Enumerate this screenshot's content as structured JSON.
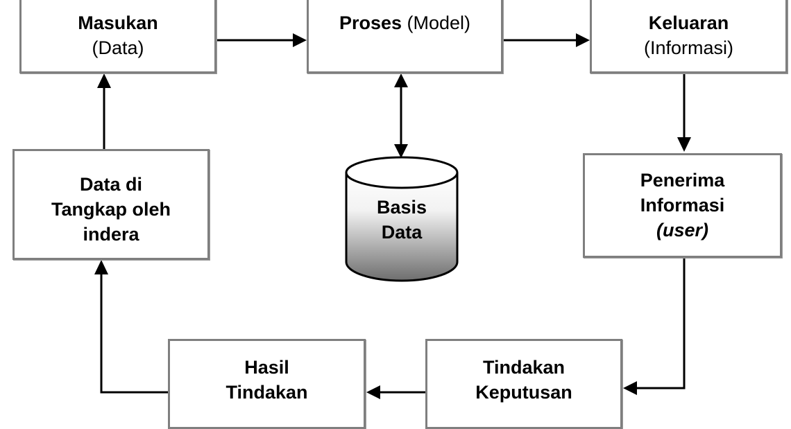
{
  "nodes": {
    "masukan": {
      "title": "Masukan",
      "subtitle": "(Data)"
    },
    "proses": {
      "title": "Proses",
      "subtitle": "(Model)"
    },
    "keluaran": {
      "title": "Keluaran",
      "subtitle": "(Informasi)"
    },
    "data_di": {
      "line1": "Data di",
      "line2": "Tangkap oleh",
      "line3": "indera"
    },
    "penerima": {
      "line1": "Penerima",
      "line2": "Informasi",
      "line3": "(user)"
    },
    "hasil": {
      "line1": "Hasil",
      "line2": "Tindakan"
    },
    "tindakan": {
      "line1": "Tindakan",
      "line2": "Keputusan"
    },
    "basis_data": {
      "line1": "Basis",
      "line2": "Data"
    }
  },
  "colors": {
    "box_border": "#7f7f7f",
    "line": "#000000",
    "db_top": "#ffffff",
    "db_bottom": "#6e6e6e"
  }
}
